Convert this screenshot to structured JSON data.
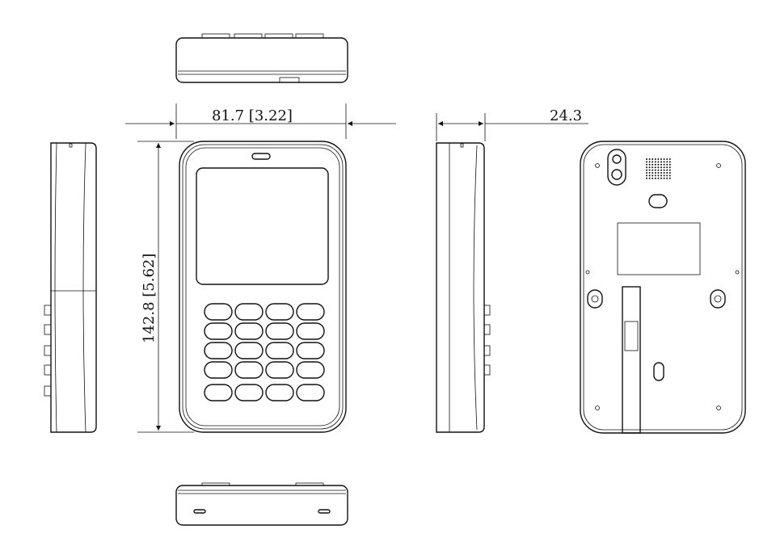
{
  "dimensions": {
    "width": "81.7 [3.22]",
    "height": "142.8 [5.62]",
    "depth": "24.3"
  },
  "colors": {
    "line": "#111111",
    "background": "#ffffff"
  }
}
